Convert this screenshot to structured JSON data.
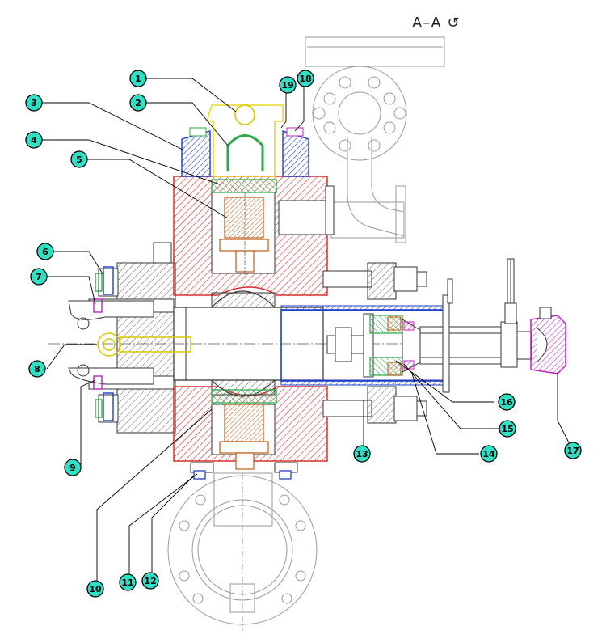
{
  "section_title": "A–A",
  "rotation_symbol": "↺",
  "colors": {
    "callout_fill": "#2fe0c6",
    "body_red": "#d63030",
    "yoke_yellow": "#e8d820",
    "ring_blue": "#1f3fc4",
    "seal_green": "#2aa84a",
    "spring_orange": "#c05a14",
    "clamp_magenta": "#c020c0",
    "ghost_grey": "#9a9a9a"
  },
  "callouts": [
    {
      "id": "callout-1",
      "label": "1"
    },
    {
      "id": "callout-2",
      "label": "2"
    },
    {
      "id": "callout-3",
      "label": "3"
    },
    {
      "id": "callout-4",
      "label": "4"
    },
    {
      "id": "callout-5",
      "label": "5"
    },
    {
      "id": "callout-6",
      "label": "6"
    },
    {
      "id": "callout-7",
      "label": "7"
    },
    {
      "id": "callout-8",
      "label": "8"
    },
    {
      "id": "callout-9",
      "label": "9"
    },
    {
      "id": "callout-10",
      "label": "10"
    },
    {
      "id": "callout-11",
      "label": "11"
    },
    {
      "id": "callout-12",
      "label": "12"
    },
    {
      "id": "callout-13",
      "label": "13"
    },
    {
      "id": "callout-14",
      "label": "14"
    },
    {
      "id": "callout-15",
      "label": "15"
    },
    {
      "id": "callout-16",
      "label": "16"
    },
    {
      "id": "callout-17",
      "label": "17"
    },
    {
      "id": "callout-18",
      "label": "18"
    },
    {
      "id": "callout-19",
      "label": "19"
    }
  ]
}
